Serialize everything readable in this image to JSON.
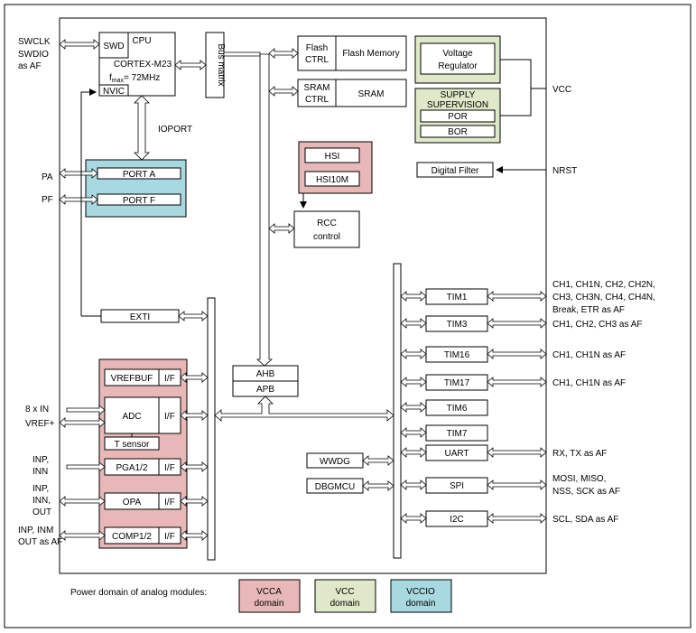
{
  "colors": {
    "vcca": "#e8b8b8",
    "vcc": "#dfe8c8",
    "vccio": "#a8d8e0",
    "stroke": "#000000"
  },
  "labels": {
    "swclk": "SWCLK",
    "swdio": "SWDIO",
    "as_af": "as AF",
    "swd": "SWD",
    "cpu": "CPU",
    "cortex": "CORTEX-M23",
    "fmax_f": "f",
    "fmax_sub": "max",
    "fmax_val": "= 72MHz",
    "nvic": "NVIC",
    "bus_matrix": "Bus matrix",
    "flash_ctrl_1": "Flash",
    "flash_ctrl_2": "CTRL",
    "flash_memory": "Flash Memory",
    "sram_ctrl_1": "SRAM",
    "sram_ctrl_2": "CTRL",
    "sram": "SRAM",
    "voltage_reg_1": "Voltage",
    "voltage_reg_2": "Regulator",
    "supply_1": "SUPPLY",
    "supply_2": "SUPERVISION",
    "por": "POR",
    "bor": "BOR",
    "vcc": "VCC",
    "ioport": "IOPORT",
    "pa": "PA",
    "pf": "PF",
    "port_a": "PORT A",
    "port_f": "PORT F",
    "hsi": "HSI",
    "hsi10m": "HSI10M",
    "digital_filter": "Digital Filter",
    "nrst": "NRST",
    "rcc_1": "RCC",
    "rcc_2": "control",
    "exti": "EXTI",
    "vrefbuf": "VREFBUF",
    "if": "I/F",
    "adc": "ADC",
    "t_sensor": "T sensor",
    "in8": "8 x IN",
    "vref": "VREF+",
    "inp": "INP,",
    "inn": "INN",
    "inn2": "INN,",
    "out": "OUT",
    "inp_inm": "INP, INM",
    "out_af": "OUT as AF",
    "pga": "PGA1/2",
    "opa": "OPA",
    "comp": "COMP1/2",
    "ahb": "AHB",
    "apb": "APB",
    "wwdg": "WWDG",
    "dbgmcu": "DBGMCU",
    "tim1": "TIM1",
    "tim3": "TIM3",
    "tim16": "TIM16",
    "tim17": "TIM17",
    "tim6": "TIM6",
    "tim7": "TIM7",
    "uart": "UART",
    "spi": "SPI",
    "i2c": "I2C",
    "tim1_out_1": "CH1, CH1N, CH2, CH2N,",
    "tim1_out_2": "CH3, CH3N, CH4, CH4N,",
    "tim1_out_3": "Break, ETR as AF",
    "tim3_out": "CH1, CH2, CH3 as AF",
    "tim16_out": "CH1, CH1N as AF",
    "tim17_out": "CH1, CH1N as AF",
    "uart_out": "RX, TX as AF",
    "spi_out_1": "MOSI, MISO,",
    "spi_out_2": "NSS, SCK as AF",
    "i2c_out": "SCL, SDA as AF",
    "legend_title": "Power domain of analog modules:",
    "vcca": "VCCA",
    "vcc_dom": "VCC",
    "vccio": "VCCIO",
    "domain": "domain"
  }
}
